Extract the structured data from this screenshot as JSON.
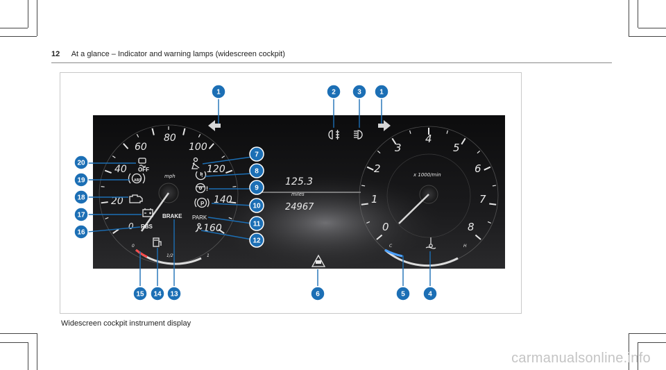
{
  "header": {
    "page_number": "12",
    "title": "At a glance – Indicator and warning lamps (widescreen cockpit)"
  },
  "figure": {
    "caption": "Widescreen cockpit instrument display",
    "speedometer": {
      "ticks": [
        "20",
        "40",
        "60",
        "80",
        "100",
        "120",
        "140",
        "160"
      ],
      "left_partial": "0",
      "unit": "mph",
      "fuel_labels": [
        "0",
        "1/2",
        "1"
      ]
    },
    "center": {
      "trip": "125.3",
      "unit": "miles",
      "odometer": "24967"
    },
    "tachometer": {
      "ticks": [
        "0",
        "1",
        "2",
        "3",
        "4",
        "5",
        "6",
        "7",
        "8"
      ],
      "unit": "x 1000/min",
      "temp_labels": [
        "C",
        "H"
      ]
    },
    "lamp_labels": {
      "esp_off": "OFF",
      "rbs": "RBS",
      "brake": "BRAKE",
      "park": "PARK"
    },
    "callouts": [
      "1",
      "2",
      "3",
      "1",
      "7",
      "8",
      "9",
      "10",
      "11",
      "12",
      "20",
      "19",
      "18",
      "17",
      "16",
      "15",
      "14",
      "13",
      "6",
      "5",
      "4"
    ]
  },
  "watermark": "carmanualsonline.info"
}
